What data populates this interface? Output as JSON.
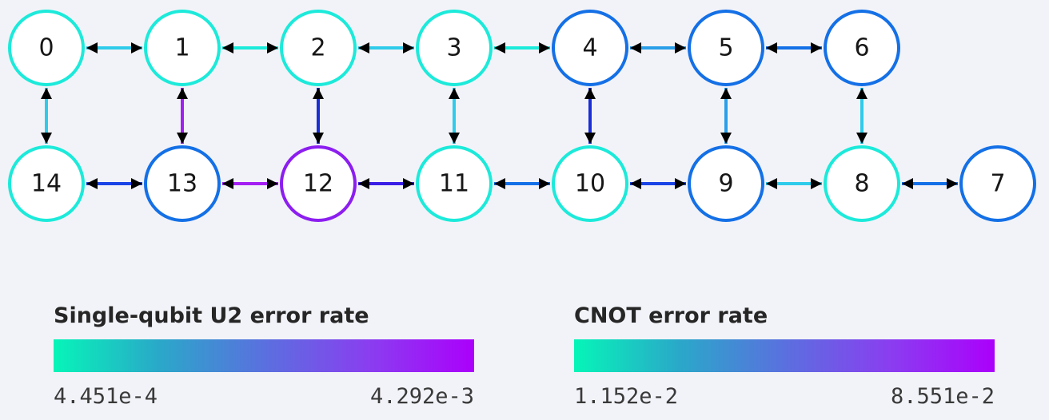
{
  "qubits": [
    {
      "id": "0",
      "color": "#1ceada"
    },
    {
      "id": "1",
      "color": "#1ceada"
    },
    {
      "id": "2",
      "color": "#1ceada"
    },
    {
      "id": "3",
      "color": "#1ceada"
    },
    {
      "id": "4",
      "color": "#1470e6"
    },
    {
      "id": "5",
      "color": "#1470e6"
    },
    {
      "id": "6",
      "color": "#1470e6"
    },
    {
      "id": "7",
      "color": "#1470e6"
    },
    {
      "id": "8",
      "color": "#1ceada"
    },
    {
      "id": "9",
      "color": "#1470e6"
    },
    {
      "id": "10",
      "color": "#1ceada"
    },
    {
      "id": "11",
      "color": "#1ceada"
    },
    {
      "id": "12",
      "color": "#8c1ef0"
    },
    {
      "id": "13",
      "color": "#1470e6"
    },
    {
      "id": "14",
      "color": "#1ceada"
    }
  ],
  "couplings": [
    {
      "from": "0",
      "to": "1",
      "color": "#2fcbea"
    },
    {
      "from": "1",
      "to": "2",
      "color": "#1ceada"
    },
    {
      "from": "2",
      "to": "3",
      "color": "#2fcbea"
    },
    {
      "from": "3",
      "to": "4",
      "color": "#1ceada"
    },
    {
      "from": "4",
      "to": "5",
      "color": "#2a9fe8"
    },
    {
      "from": "5",
      "to": "6",
      "color": "#1470e6"
    },
    {
      "from": "0",
      "to": "14",
      "color": "#2fcbea"
    },
    {
      "from": "1",
      "to": "13",
      "color": "#a31ef2"
    },
    {
      "from": "2",
      "to": "12",
      "color": "#1a2ed8"
    },
    {
      "from": "3",
      "to": "11",
      "color": "#2fcbea"
    },
    {
      "from": "4",
      "to": "10",
      "color": "#1a2ed8"
    },
    {
      "from": "5",
      "to": "9",
      "color": "#2a9fe8"
    },
    {
      "from": "6",
      "to": "8",
      "color": "#2fcbea"
    },
    {
      "from": "14",
      "to": "13",
      "color": "#1a44e6"
    },
    {
      "from": "13",
      "to": "12",
      "color": "#a31ef2"
    },
    {
      "from": "12",
      "to": "11",
      "color": "#3a1ee6"
    },
    {
      "from": "11",
      "to": "10",
      "color": "#1470e6"
    },
    {
      "from": "10",
      "to": "9",
      "color": "#1a44e6"
    },
    {
      "from": "9",
      "to": "8",
      "color": "#2fcbea"
    },
    {
      "from": "8",
      "to": "7",
      "color": "#1470e6"
    }
  ],
  "legends": {
    "single_qubit": {
      "title": "Single-qubit U2 error rate",
      "min": "4.451e-4",
      "max": "4.292e-3",
      "gradient": [
        "#06f5b8",
        "#2aa8c9",
        "#5a70df",
        "#8a3ef0",
        "#ab00fb"
      ]
    },
    "cnot": {
      "title": "CNOT error rate",
      "min": "1.152e-2",
      "max": "8.551e-2",
      "gradient": [
        "#06f5b8",
        "#2aa8c9",
        "#5a70df",
        "#8a3ef0",
        "#ab00fb"
      ]
    }
  }
}
